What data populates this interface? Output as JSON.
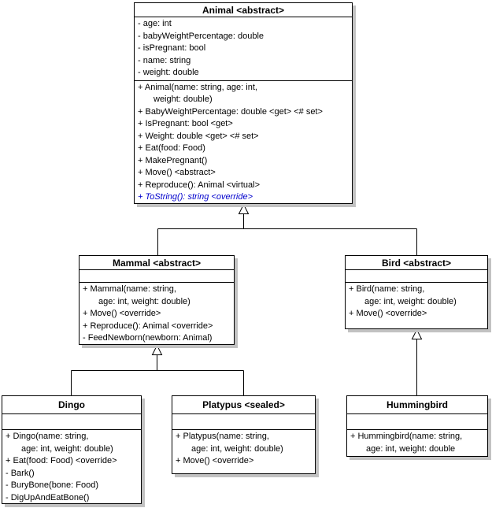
{
  "diagram_title": "Animal class hierarchy UML diagram",
  "colors": {
    "box_background": "#ffffff",
    "box_border": "#000000",
    "box_shadow": "#c2c2c2",
    "text": "#000000",
    "override_method_text": "#0000cc"
  },
  "classes": {
    "animal": {
      "title": "Animal <abstract>",
      "attributes": [
        "- age: int",
        "- babyWeightPercentage: double",
        "- isPregnant: bool",
        "- name: string",
        "- weight: double"
      ],
      "methods": [
        "+ Animal(name: string, age: int,",
        "weight: double)",
        "+ BabyWeightPercentage: double <get> <# set>",
        "+ IsPregnant: bool <get>",
        "+ Weight: double <get> <# set>",
        "+ Eat(food: Food)",
        "+ MakePregnant()",
        "+ Move() <abstract>",
        "+ Reproduce(): Animal <virtual>",
        "+ ToString(): string <override>"
      ]
    },
    "mammal": {
      "title": "Mammal <abstract>",
      "attributes": [],
      "methods": [
        "+ Mammal(name: string,",
        "age: int, weight: double)",
        "+ Move() <override>",
        "+ Reproduce(): Animal <override>",
        "- FeedNewborn(newborn: Animal)"
      ]
    },
    "bird": {
      "title": "Bird <abstract>",
      "attributes": [],
      "methods": [
        "+ Bird(name: string,",
        "age: int, weight: double)",
        "+ Move() <override>"
      ]
    },
    "dingo": {
      "title": "Dingo",
      "attributes": [],
      "methods": [
        "+ Dingo(name: string,",
        "age: int, weight: double)",
        "+ Eat(food: Food) <override>",
        "- Bark()",
        "- BuryBone(bone: Food)",
        "- DigUpAndEatBone()"
      ]
    },
    "platypus": {
      "title": "Platypus <sealed>",
      "attributes": [],
      "methods": [
        "+ Platypus(name: string,",
        "age: int, weight: double)",
        "+ Move() <override>"
      ]
    },
    "hummingbird": {
      "title": "Hummingbird",
      "attributes": [],
      "methods": [
        "+ Hummingbird(name: string,",
        "age: int, weight: double"
      ]
    }
  },
  "relationships": [
    {
      "from": "Mammal",
      "to": "Animal",
      "type": "inheritance"
    },
    {
      "from": "Bird",
      "to": "Animal",
      "type": "inheritance"
    },
    {
      "from": "Dingo",
      "to": "Mammal",
      "type": "inheritance"
    },
    {
      "from": "Platypus",
      "to": "Mammal",
      "type": "inheritance"
    },
    {
      "from": "Hummingbird",
      "to": "Bird",
      "type": "inheritance"
    }
  ]
}
